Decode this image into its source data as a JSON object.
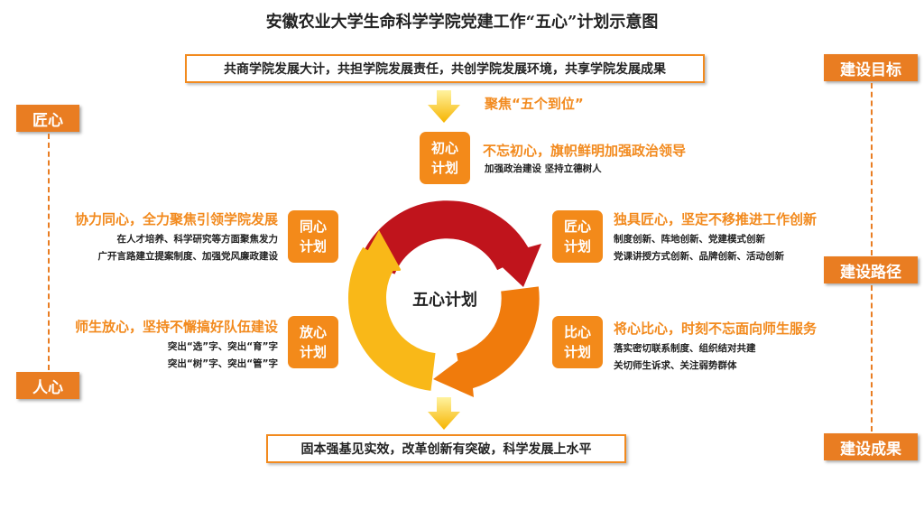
{
  "title": "安徽农业大学生命科学学院党建工作“五心”计划示意图",
  "top_box": "共商学院发展大计，共担学院发展责任，共创学院发展环境，共享学院发展成果",
  "focus": "聚焦“五个到位”",
  "bottom_box": "固本强基见实效，改革创新有突破，科学发展上水平",
  "center": "五心计划",
  "left_tags": [
    "匠心",
    "人心"
  ],
  "right_tags": [
    "建设目标",
    "建设路径",
    "建设成果"
  ],
  "plans": [
    {
      "label": [
        "初心",
        "计划"
      ],
      "heading": "不忘初心，旗帜鲜明加强政治领导",
      "lines": [
        "加强政治建设  坚持立德树人"
      ]
    },
    {
      "label": [
        "同心",
        "计划"
      ],
      "heading": "协力同心，全力聚焦引领学院发展",
      "lines": [
        "在人才培养、科学研究等方面聚焦发力",
        "广开言路建立提案制度、加强党风廉政建设"
      ]
    },
    {
      "label": [
        "匠心",
        "计划"
      ],
      "heading": "独具匠心，坚定不移推进工作创新",
      "lines": [
        "制度创新、阵地创新、党建模式创新",
        "党课讲授方式创新、品牌创新、活动创新"
      ]
    },
    {
      "label": [
        "放心",
        "计划"
      ],
      "heading": "师生放心，坚持不懈搞好队伍建设",
      "lines": [
        "突出“选”字、突出“育”字",
        "突出“树”字、突出“管”字"
      ]
    },
    {
      "label": [
        "比心",
        "计划"
      ],
      "heading": "将心比心，时刻不忘面向师生服务",
      "lines": [
        "落实密切联系制度、组织结对共建",
        "关切师生诉求、关注弱势群体"
      ]
    }
  ]
}
